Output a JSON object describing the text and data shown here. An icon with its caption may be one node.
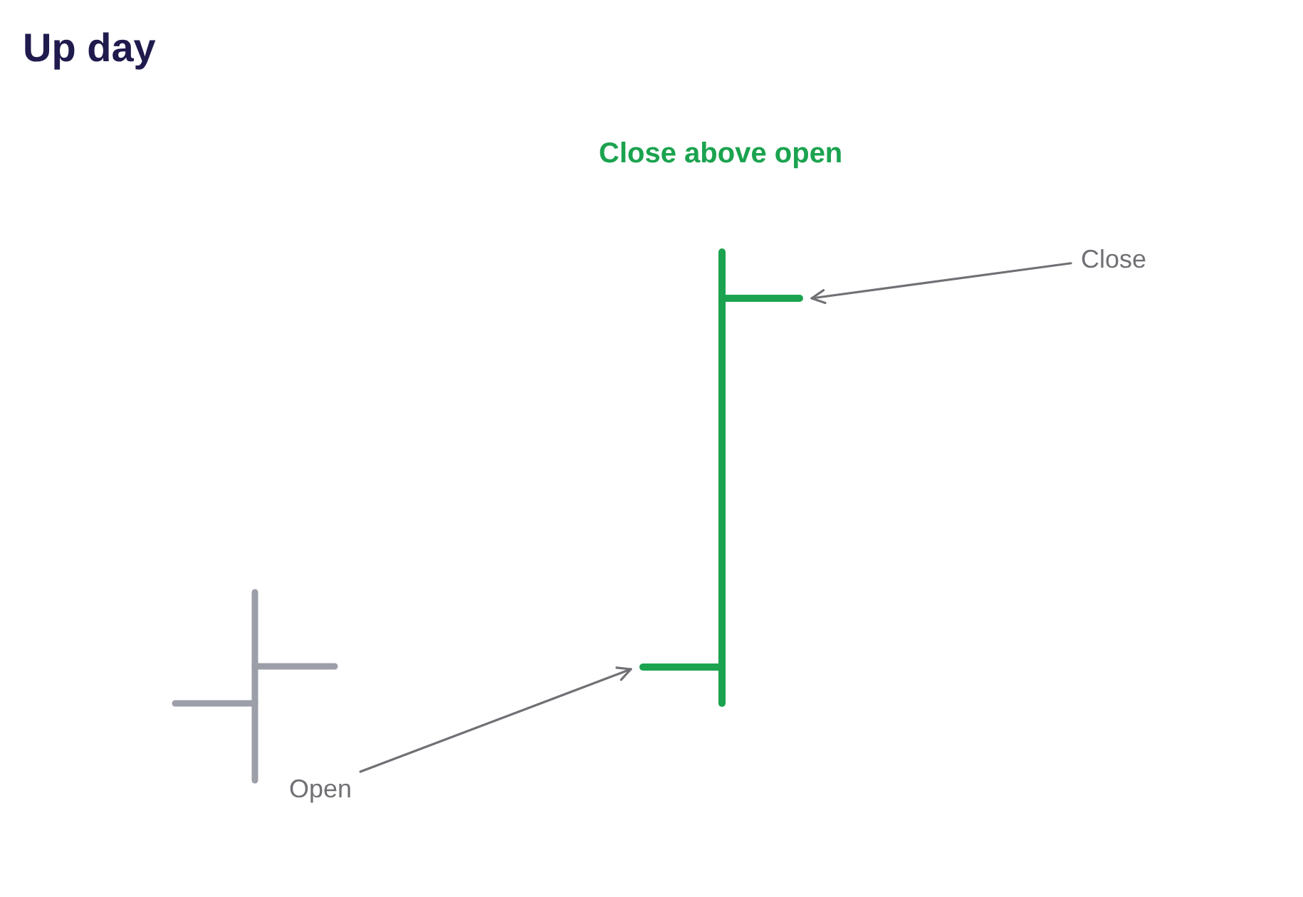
{
  "diagram": {
    "title": "Up day",
    "nodes": [
      {
        "text": [
          "Close"
        ]
      },
      {
        "text": [],
        "shape": "line"
      },
      {
        "text": [],
        "shape": "line"
      },
      {
        "text": [
          "Open"
        ]
      }
    ],
    "edges": [
      {
        "from": 0,
        "to": 1,
        "arrow": "to"
      },
      {
        "from": 3,
        "to": 2,
        "arrow": "to"
      }
    ],
    "labels": [
      "Close above open"
    ]
  }
}
